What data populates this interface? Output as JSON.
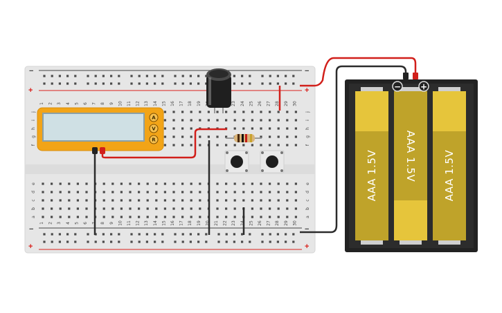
{
  "breadboard": {
    "columns": 30,
    "column_numbers": [
      "1",
      "2",
      "3",
      "4",
      "5",
      "6",
      "7",
      "8",
      "9",
      "10",
      "11",
      "12",
      "13",
      "14",
      "15",
      "16",
      "17",
      "18",
      "19",
      "20",
      "21",
      "22",
      "23",
      "24",
      "25",
      "26",
      "27",
      "28",
      "29",
      "30"
    ],
    "top_row_letters": [
      "j",
      "i",
      "h",
      "g",
      "f"
    ],
    "bottom_row_letters": [
      "e",
      "d",
      "c",
      "b",
      "a"
    ],
    "rail_minus": "−",
    "rail_plus": "+"
  },
  "multimeter": {
    "buttons": [
      "A",
      "V",
      "R"
    ],
    "screen_text": ""
  },
  "battery_pack": {
    "cell_label": "AAA 1.5V",
    "cell_count": 3,
    "terminal_minus": "−",
    "terminal_plus": "+"
  },
  "colors": {
    "breadboard_body": "#e6e6e6",
    "rail_red": "#d9201c",
    "rail_dark": "#444444",
    "multimeter_body": "#f2a417",
    "multimeter_screen": "#cfe0e4",
    "wire_red": "#d11f1a",
    "wire_black": "#2b2b2b",
    "battery_case": "#222222",
    "battery_cell": "#e6c53b",
    "battery_cell_dark": "#bfa32a"
  }
}
